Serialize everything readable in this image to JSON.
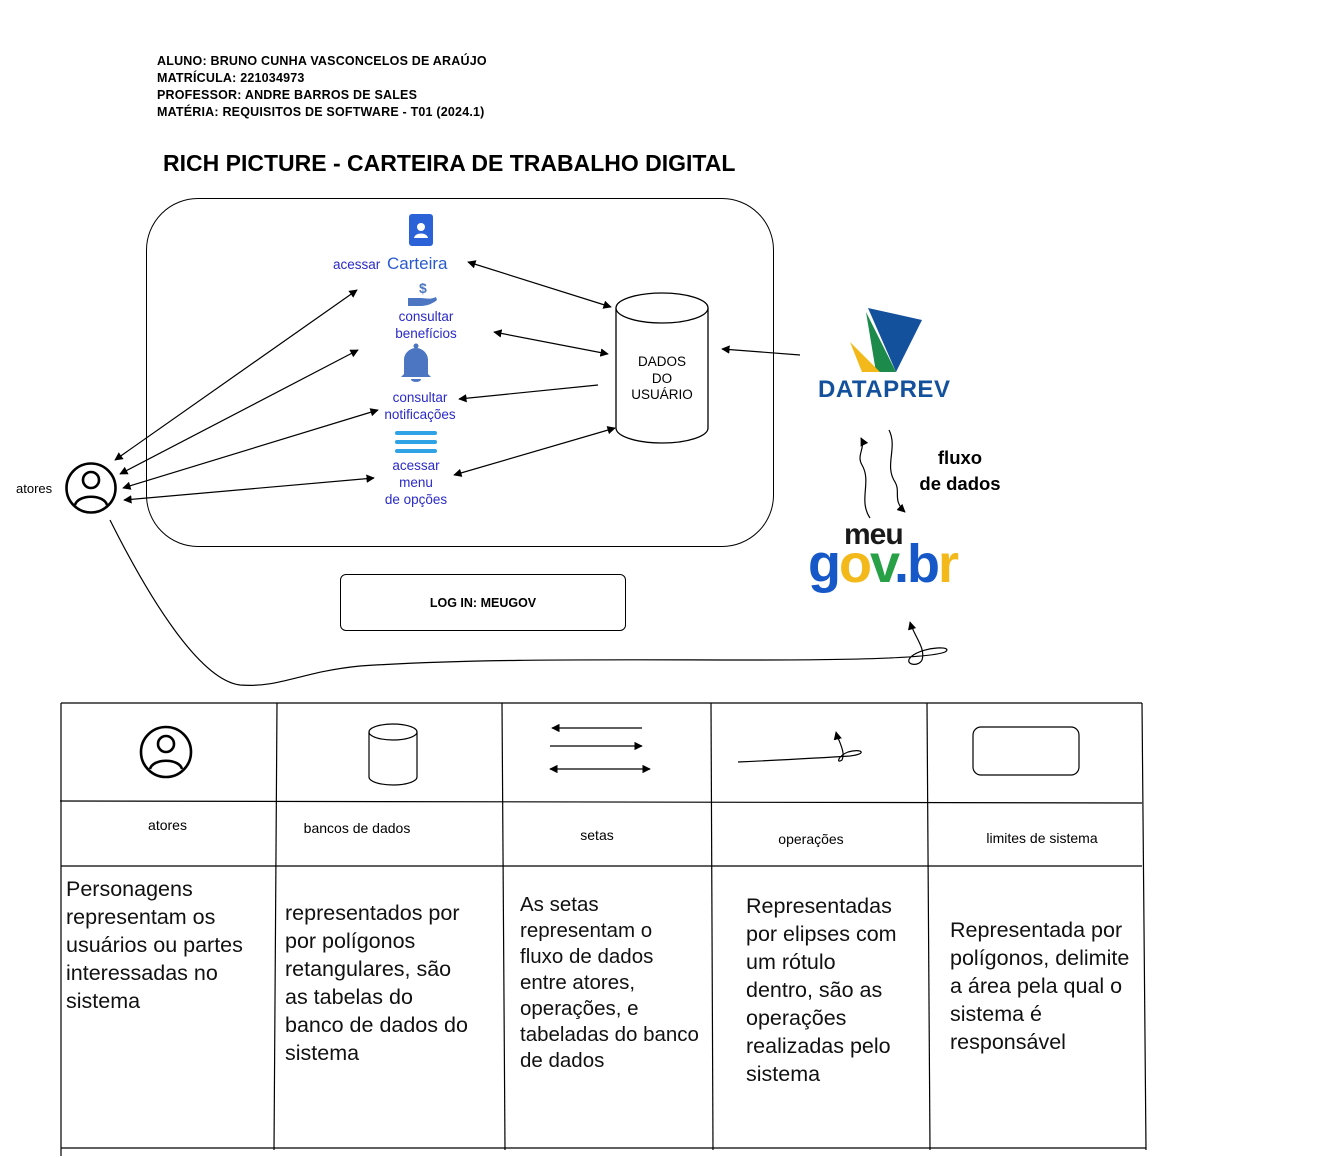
{
  "header": {
    "student": "ALUNO: BRUNO CUNHA VASCONCELOS DE ARAÚJO",
    "registration": "MATRÍCULA: 221034973",
    "professor": "PROFESSOR: ANDRE BARROS DE SALES",
    "subject": "MATÉRIA: REQUISITOS DE SOFTWARE - T01 (2024.1)"
  },
  "title": "RICH PICTURE - CARTEIRA DE TRABALHO DIGITAL",
  "diagram": {
    "operations": {
      "access_prefix": "acessar",
      "access_wallet": "Carteira",
      "benefits": "consultar\nbenefícios",
      "notifications": "consultar\nnotificações",
      "menu": "acessar\nmenu\nde opções"
    },
    "database": "DADOS\nDO\nUSUÁRIO",
    "actor": "atores",
    "login": "LOG IN: MEUGOV",
    "flow": "fluxo\nde dados",
    "dataprev_logo": "DATAPREV",
    "govbr_logo_top": "meu",
    "govbr_logo": {
      "g": "g",
      "o": "o",
      "v": "v",
      "dot": ".",
      "b": "b",
      "r": "r"
    },
    "icons": [
      "id-card-icon",
      "money-hand-icon",
      "bell-icon",
      "menu-icon",
      "user-icon",
      "database-icon"
    ],
    "colors": {
      "op_text": "#2a2ac8",
      "icon_blue": "#2b62d8",
      "bell": "#4c76c2",
      "menu": "#2fa3e6",
      "dataprev_blue": "#14519c",
      "gov_blue": "#1658c8",
      "gov_green": "#27a046",
      "gov_yellow": "#f3b81a"
    }
  },
  "legend": {
    "columns": [
      {
        "header": "atores",
        "icon": "user-icon",
        "description": "Personagens\nrepresentam os\nusuários ou partes\ninteressadas no\nsistema"
      },
      {
        "header": "bancos de dados",
        "icon": "database-icon",
        "description": "representados por\npor polígonos\nretangulares, são\nas tabelas do\nbanco de dados do\nsistema"
      },
      {
        "header": "setas",
        "icon": "arrows-icon",
        "description": "As setas\nrepresentam o\nfluxo de dados\nentre atores,\noperações, e\ntabeladas do banco\nde dados"
      },
      {
        "header": "operações",
        "icon": "curve-arrow-icon",
        "description": "Representadas\npor elipses com\num rótulo\ndentro, são as\noperações\nrealizadas pelo\nsistema"
      },
      {
        "header": "limites de sistema",
        "icon": "rounded-rect-icon",
        "description": "Representada por\npolígonos, delimite\na área pela qual o\nsistema é\nresponsável"
      }
    ]
  }
}
